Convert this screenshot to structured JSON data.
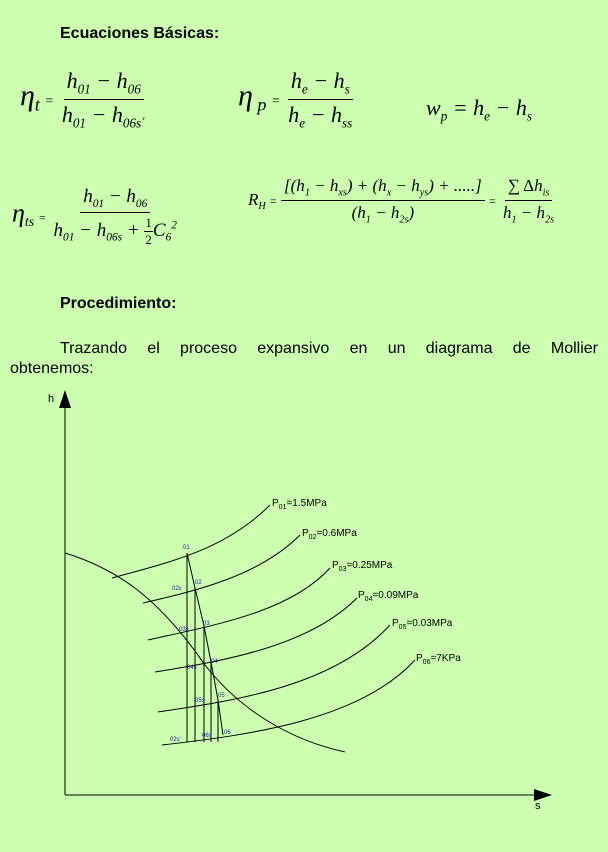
{
  "section1": {
    "title": "Ecuaciones Básicas:"
  },
  "section2": {
    "title": "Procedimiento:",
    "paragraph_line1": "Trazando el proceso expansivo en un diagrama de Mollier",
    "paragraph_line2": "obtenemos:"
  },
  "diagram": {
    "y_axis_label": "h",
    "x_axis_label": "s",
    "isobars": [
      {
        "name": "P01",
        "value": "=1.5MPa"
      },
      {
        "name": "P02",
        "value": "=0.6MPa"
      },
      {
        "name": "P03",
        "value": "=0.25MPa"
      },
      {
        "name": "P04",
        "value": "=0.09MPa"
      },
      {
        "name": "P05",
        "value": "=0.03MPa"
      },
      {
        "name": "P06",
        "value": "=7KPa"
      }
    ],
    "points": [
      "01",
      "02s",
      "02",
      "03s",
      "03",
      "04s",
      "04",
      "05s",
      "05",
      "02s'",
      "06s",
      "06"
    ]
  }
}
